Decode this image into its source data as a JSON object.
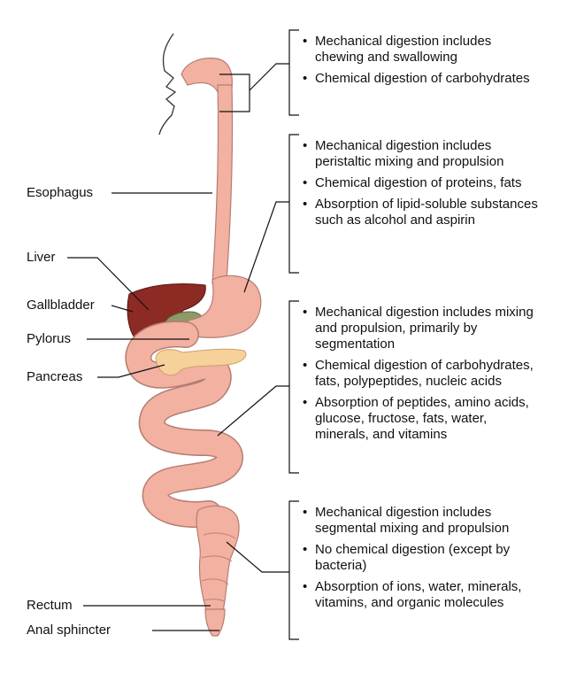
{
  "labels": {
    "esophagus": "Esophagus",
    "liver": "Liver",
    "gallbladder": "Gallbladder",
    "pylorus": "Pylorus",
    "pancreas": "Pancreas",
    "rectum": "Rectum",
    "anal_sphincter": "Anal sphincter"
  },
  "notes": {
    "mouth": [
      "Mechanical digestion includes chewing and swallowing",
      "Chemical digestion of carbohydrates"
    ],
    "stomach": [
      "Mechanical digestion includes peristaltic mixing and propulsion",
      "Chemical digestion of proteins, fats",
      "Absorption of lipid-soluble substances such as alcohol and aspirin"
    ],
    "small_intestine": [
      "Mechanical digestion includes mixing and propulsion, primarily by segmentation",
      "Chemical digestion of carbohydrates, fats, polypeptides, nucleic acids",
      "Absorption of peptides, amino acids, glucose, fructose, fats, water, minerals, and vitamins"
    ],
    "large_intestine": [
      "Mechanical digestion includes segmental mixing and propulsion",
      "No chemical digestion (except by bacteria)",
      "Absorption of ions, water, minerals, vitamins, and organic molecules"
    ]
  },
  "colors": {
    "tract": "#f2b1a1",
    "tract_outline": "#b47d72",
    "liver": "#8c2a24",
    "gallbladder": "#8d9a67",
    "pancreas": "#f7d19a"
  }
}
